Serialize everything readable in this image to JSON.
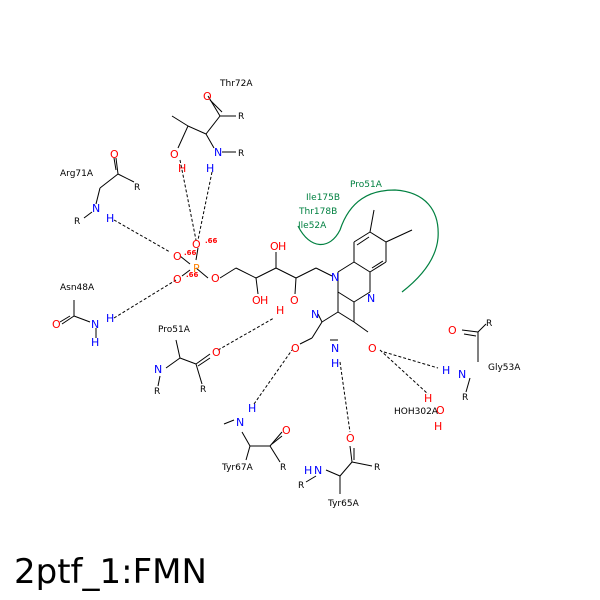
{
  "title": "2ptf_1:FMN",
  "colors": {
    "bond": "#000000",
    "oxygen": "#ff0000",
    "nitrogen": "#0000ff",
    "phosphorus": "#ff8000",
    "hydrophobic": "#008040"
  },
  "residues": {
    "thr72": "Thr72A",
    "arg71": "Arg71A",
    "asn48": "Asn48A",
    "pro51_polar": "Pro51A",
    "tyr67": "Tyr67A",
    "tyr65": "Tyr65A",
    "gly53": "Gly53A",
    "hoh302": "HOH302A"
  },
  "hydrophobic_residues": {
    "pro51": "Pro51A",
    "ile175": "Ile175B",
    "thr178": "Thr178B",
    "ile52": "Ile52A"
  },
  "atoms": {
    "O": "O",
    "N": "N",
    "H": "H",
    "P": "P",
    "R": "R"
  },
  "charges": {
    "phosphate": ".66"
  }
}
